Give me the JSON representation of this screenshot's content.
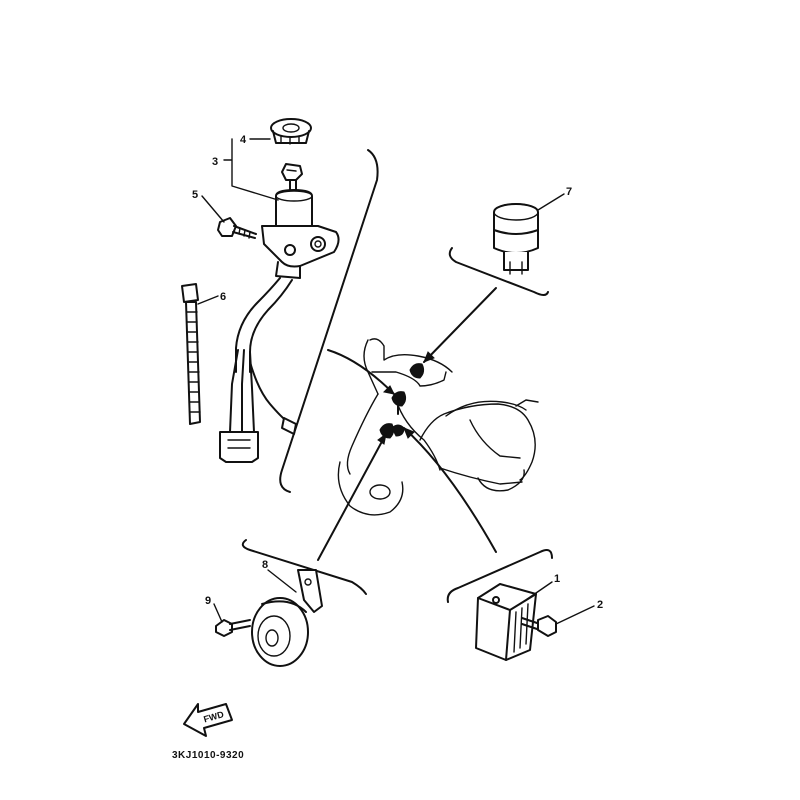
{
  "callouts": {
    "n1": "1",
    "n2": "2",
    "n3": "3",
    "n4": "4",
    "n5": "5",
    "n6": "6",
    "n7": "7",
    "n8": "8",
    "n9": "9"
  },
  "fwd_arrow_label": "FWD",
  "diagram_code": "3KJ1010-9320"
}
